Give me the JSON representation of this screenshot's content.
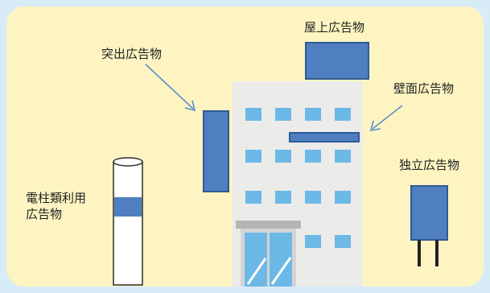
{
  "labels": {
    "rooftop": "屋上広告物",
    "projecting": "突出広告物",
    "wall": "壁面広告物",
    "freestanding": "独立広告物",
    "utility_pole_line1": "電柱類利用",
    "utility_pole_line2": "広告物"
  },
  "colors": {
    "background_outer": "#d8ecf7",
    "panel": "#fdf4c2",
    "sign_blue": "#4f7fc0",
    "sign_border": "#2f5b93",
    "building": "#ebebea",
    "window": "#6cb8e6",
    "arrow": "#5a8fc8"
  }
}
